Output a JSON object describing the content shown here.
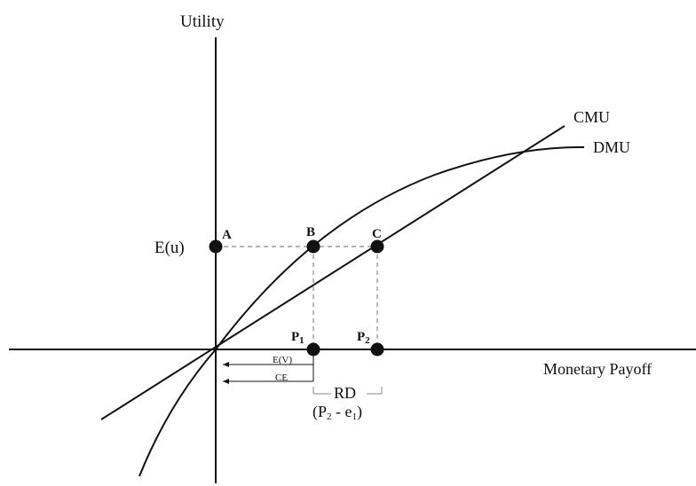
{
  "diagram": {
    "axes": {
      "y_label": "Utility",
      "x_label": "Monetary Payoff"
    },
    "curves": {
      "linear": "CMU",
      "concave": "DMU"
    },
    "utility_label": {
      "main": "E(u)",
      "sub": ""
    },
    "points": {
      "a": "A",
      "b": "B",
      "c": "C"
    },
    "payoffs": {
      "p1": {
        "main": "P",
        "sub": "1"
      },
      "p2": {
        "main": "P",
        "sub": "2"
      }
    },
    "arrows": {
      "ev": "E(V)",
      "ce": "CE"
    },
    "rd": {
      "label": "RD",
      "formula_open": "(P",
      "formula_sub1": "2",
      "formula_mid": " - e",
      "formula_sub2": "1",
      "formula_close": ")"
    },
    "colors": {
      "ink": "#111111",
      "dashed": "#888888"
    }
  }
}
